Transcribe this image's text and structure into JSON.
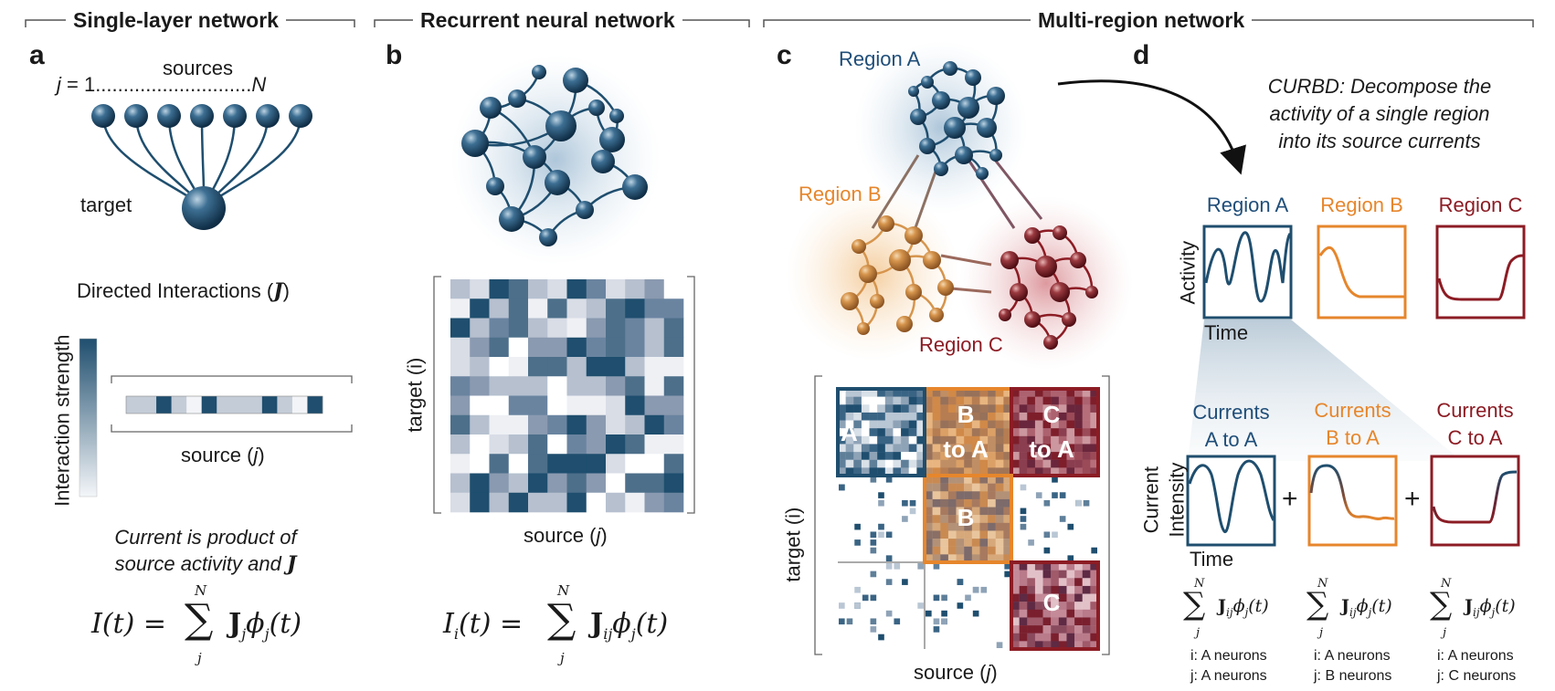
{
  "headers": {
    "single_layer": "Single-layer network",
    "rnn": "Recurrent neural network",
    "multi_region": "Multi-region network"
  },
  "panels": {
    "a": "a",
    "b": "b",
    "c": "c",
    "d": "d"
  },
  "panel_a": {
    "j_label": "j",
    "j_range": " = 1............................",
    "n_label": "N",
    "sources": "sources",
    "target": "target",
    "directed_title": "Directed Interactions (",
    "j_bold": "J",
    "close_paren": ")",
    "colorbar_label": "Interaction strength",
    "source_label": "source (",
    "source_j": "j",
    "current_line1": "Current is product of",
    "current_line2": "source activity and ",
    "current_j": "J",
    "eq_lhs": "I(t) = ",
    "eq_term_J": "J",
    "eq_term_rest": "ϕ",
    "eq_t": "(t)",
    "sum_top": "N",
    "sum_bottom": "j",
    "sub_j": "j",
    "sub_j2": "j"
  },
  "panel_b": {
    "target_label": "target (i)",
    "source_label": "source (",
    "source_j": "j",
    "eq_lhs": "I",
    "eq_lhs_sub": "i",
    "eq_lhs_rest": "(t) = ",
    "eq_J": "J",
    "eq_J_sub": "ij",
    "eq_phi": "ϕ",
    "eq_phi_sub": "j",
    "eq_t": "(t)",
    "sum_top": "N",
    "sum_bottom": "j"
  },
  "panel_c": {
    "region_a": "Region A",
    "region_b": "Region B",
    "region_c": "Region C",
    "target_label": "target (i)",
    "source_label": "source (",
    "source_j": "j",
    "block_A": "A",
    "block_BA_1": "B",
    "block_BA_2": "to A",
    "block_CA_1": "C",
    "block_CA_2": "to A",
    "block_B": "B",
    "block_C": "C"
  },
  "panel_d": {
    "curbd_1": "CURBD: Decompose the",
    "curbd_2": "activity of a single region",
    "curbd_3": "into its source currents",
    "region_a": "Region A",
    "region_b": "Region B",
    "region_c": "Region C",
    "activity": "Activity",
    "time": "Time",
    "current_intensity_1": "Current",
    "current_intensity_2": "Intensity",
    "currents_a_1": "Currents",
    "currents_a_2": "A to A",
    "currents_b_1": "Currents",
    "currents_b_2": "B to A",
    "currents_c_1": "Currents",
    "currents_c_2": "C to A",
    "time2": "Time",
    "plus": "+",
    "sum_top": "N",
    "sum_bottom": "j",
    "term_J": "J",
    "term_J_sub": "ij",
    "term_phi": "ϕ",
    "term_phi_sub": "j",
    "term_t": "(t)",
    "cap_a_1": "i: A neurons",
    "cap_a_2": "j: A neurons",
    "cap_b_1": "i: A neurons",
    "cap_b_2": "j: B neurons",
    "cap_c_1": "i: A neurons",
    "cap_c_2": "j: C neurons"
  },
  "colors": {
    "navy": "#1f4e6e",
    "orange": "#e6862c",
    "crimson": "#8c1c24",
    "region_a_text": "#1f4e79",
    "region_b_text": "#e6862c",
    "region_c_text": "#8c1c24"
  }
}
